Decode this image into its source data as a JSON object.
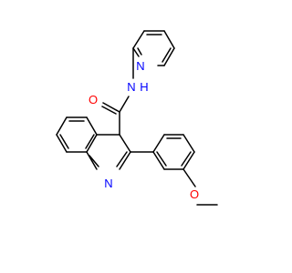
{
  "molecule": {
    "colors": {
      "bond": "#000000",
      "oxygen": "#ff0000",
      "nitrogen": "#0000ff",
      "background": "#ffffff"
    },
    "atoms": [
      {
        "id": "o-carbonyl",
        "label": "O",
        "element": "oxygen"
      },
      {
        "id": "n-amide",
        "label": "N",
        "element": "nitrogen"
      },
      {
        "id": "h-amide",
        "label": "H",
        "element": "nitrogen"
      },
      {
        "id": "n-pyridine",
        "label": "N",
        "element": "nitrogen"
      },
      {
        "id": "n-quinoline",
        "label": "N",
        "element": "nitrogen"
      },
      {
        "id": "o-methoxy",
        "label": "O",
        "element": "oxygen"
      }
    ]
  }
}
